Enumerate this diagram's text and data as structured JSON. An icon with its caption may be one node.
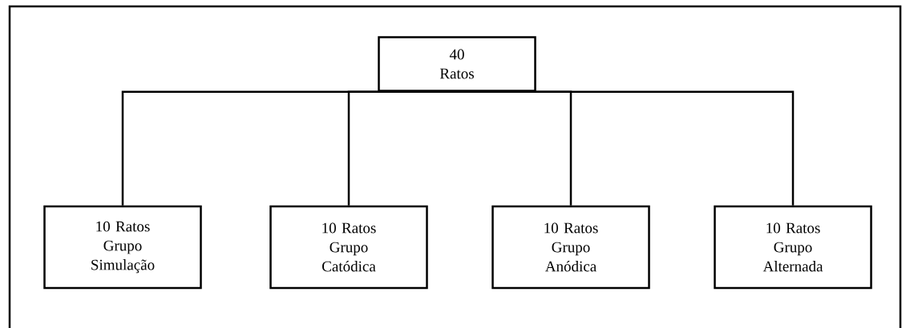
{
  "diagram": {
    "nodes": [
      {
        "text": [
          "40 Ratos"
        ]
      },
      {
        "text": [
          "10 Ratos Grupo Simulação"
        ]
      },
      {
        "text": [
          "10 Ratos Grupo Catódica"
        ]
      },
      {
        "text": [
          "10 Ratos Grupo Anódica"
        ]
      },
      {
        "text": [
          "10 Ratos Grupo Alternada"
        ]
      }
    ],
    "edges": [
      {
        "from": 0,
        "to": 1,
        "arrow": "none"
      },
      {
        "from": 0,
        "to": 2,
        "arrow": "none"
      },
      {
        "from": 0,
        "to": 3,
        "arrow": "none"
      },
      {
        "from": 0,
        "to": 4,
        "arrow": "none"
      }
    ]
  }
}
